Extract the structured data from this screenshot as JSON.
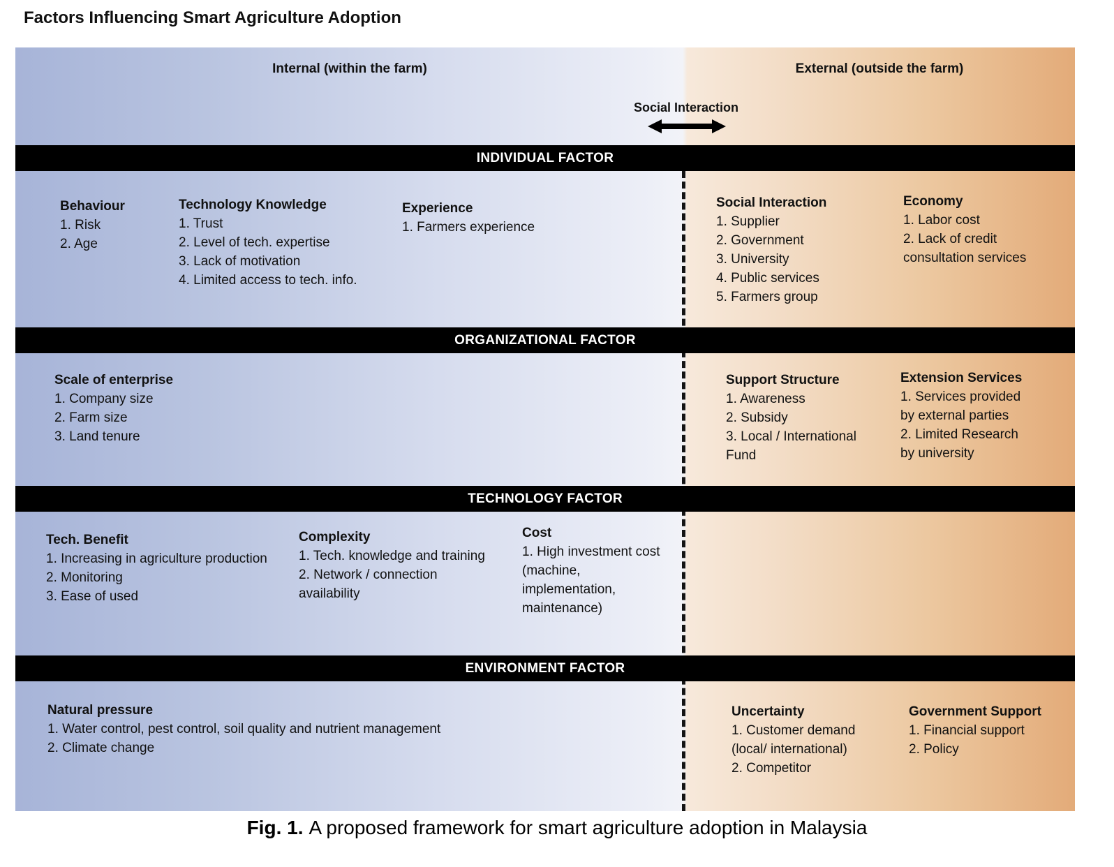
{
  "title": "Factors Influencing Smart Agriculture Adoption",
  "regions": {
    "internal": "Internal (within the farm)",
    "external": "External (outside the farm)",
    "social_interaction": "Social Interaction"
  },
  "sections": [
    {
      "header": "INDIVIDUAL FACTOR",
      "groups": [
        {
          "heading": "Behaviour",
          "items": [
            "1. Risk",
            "2. Age"
          ]
        },
        {
          "heading": "Technology Knowledge",
          "items": [
            "1. Trust",
            "2. Level of tech. expertise",
            "3. Lack of motivation",
            "4. Limited access to tech. info."
          ]
        },
        {
          "heading": "Experience",
          "items": [
            "1. Farmers experience"
          ]
        },
        {
          "heading": "Social Interaction",
          "items": [
            "1. Supplier",
            "2. Government",
            "3. University",
            "4. Public services",
            "5. Farmers group"
          ]
        },
        {
          "heading": "Economy",
          "items": [
            "1. Labor cost",
            "2. Lack of credit consultation services"
          ]
        }
      ]
    },
    {
      "header": "ORGANIZATIONAL FACTOR",
      "groups": [
        {
          "heading": "Scale of enterprise",
          "items": [
            "1. Company size",
            "2. Farm size",
            "3. Land tenure"
          ]
        },
        {
          "heading": "Support Structure",
          "items": [
            "1. Awareness",
            "2. Subsidy",
            "3. Local / International Fund"
          ]
        },
        {
          "heading": "Extension Services",
          "items": [
            "1. Services provided by external parties",
            "2. Limited Research by university"
          ]
        }
      ]
    },
    {
      "header": "TECHNOLOGY FACTOR",
      "groups": [
        {
          "heading": "Tech. Benefit",
          "items": [
            "1. Increasing in agriculture production",
            "2. Monitoring",
            "3. Ease of used"
          ]
        },
        {
          "heading": "Complexity",
          "items": [
            "1. Tech. knowledge and training",
            "2. Network / connection availability"
          ]
        },
        {
          "heading": "Cost",
          "items": [
            "1. High investment cost (machine, implementation, maintenance)"
          ]
        }
      ]
    },
    {
      "header": "ENVIRONMENT FACTOR",
      "groups": [
        {
          "heading": "Natural pressure",
          "items": [
            "1. Water control, pest control, soil quality and nutrient management",
            "2. Climate change"
          ]
        },
        {
          "heading": "Uncertainty",
          "items": [
            "1. Customer demand (local/ international)",
            "2. Competitor"
          ]
        },
        {
          "heading": "Government Support",
          "items": [
            "1. Financial support",
            "2. Policy"
          ]
        }
      ]
    }
  ],
  "caption": {
    "label": "Fig. 1.",
    "text": "A proposed framework for smart agriculture adoption in Malaysia"
  },
  "colors": {
    "internal_deep": "#a7b4d8",
    "internal_light": "#f2f3f8",
    "external_light": "#f7e9db",
    "external_deep": "#e3ab79",
    "bar_background": "#000000",
    "bar_text": "#ffffff",
    "divider": "#141414"
  }
}
